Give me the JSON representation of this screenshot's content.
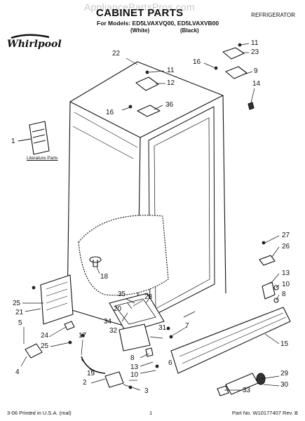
{
  "header": {
    "watermark": "AppliancePartsPros.com",
    "title": "CABINET PARTS",
    "models_line": "For Models: ED5LVAXVQ00, ED5LVAXVB00",
    "white_label": "(White)",
    "black_label": "(Black)",
    "department": "REFRIGERATOR",
    "brand": "Whirlpool"
  },
  "literature_label": "Literature Parts",
  "footer": {
    "left": "3-06 Printed in U.S.A. (mal)",
    "center": "1",
    "right": "Part No. W10177407 Rev. B"
  },
  "callouts": {
    "c1": "1",
    "c2": "2",
    "c3": "3",
    "c4": "4",
    "c5": "5",
    "c6": "6",
    "c7": "7",
    "c8a": "8",
    "c8b": "8",
    "c9": "9",
    "c10a": "10",
    "c10b": "10",
    "c11a": "11",
    "c11b": "11",
    "c12": "12",
    "c13a": "13",
    "c13b": "13",
    "c14": "14",
    "c15": "15",
    "c16a": "16",
    "c16b": "16",
    "c17": "17",
    "c18": "18",
    "c19": "19",
    "c20": "20",
    "c21": "21",
    "c22": "22",
    "c23": "23",
    "c24": "24",
    "c25a": "25",
    "c25b": "25",
    "c26": "26",
    "c27": "27",
    "c28": "28",
    "c29": "29",
    "c30": "30",
    "c31": "31",
    "c32": "32",
    "c33": "33",
    "c34": "34",
    "c35": "35",
    "c36": "36"
  }
}
